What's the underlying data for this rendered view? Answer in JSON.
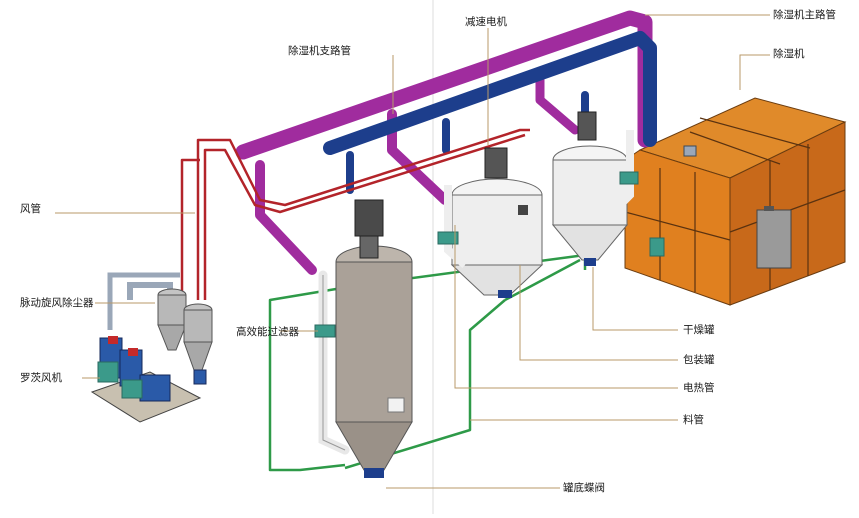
{
  "labels": {
    "main_pipe": "除湿机主路管",
    "dehumidifier": "除湿机",
    "reducer_motor": "减速电机",
    "branch_pipe": "除湿机支路管",
    "air_duct": "风管",
    "cyclone_collector": "脉动旋风除尘器",
    "hepa_filter": "高效能过滤器",
    "roots_blower": "罗茨风机",
    "drying_tank": "干燥罐",
    "packing_tank": "包装罐",
    "heating_tube": "电热管",
    "material_pipe": "料管",
    "butterfly_valve": "罐底蝶阀"
  },
  "colors": {
    "purple_pipe": "#a02c9e",
    "blue_pipe": "#1d3e8c",
    "red_pipe": "#b3242a",
    "green_pipe": "#2e9a48",
    "dehumidifier_orange": "#d9781c",
    "tank_gray": "#aaa198",
    "tank_white": "#eeeeee",
    "teal_part": "#3b9a8a",
    "leader_line": "#b89a6a"
  }
}
